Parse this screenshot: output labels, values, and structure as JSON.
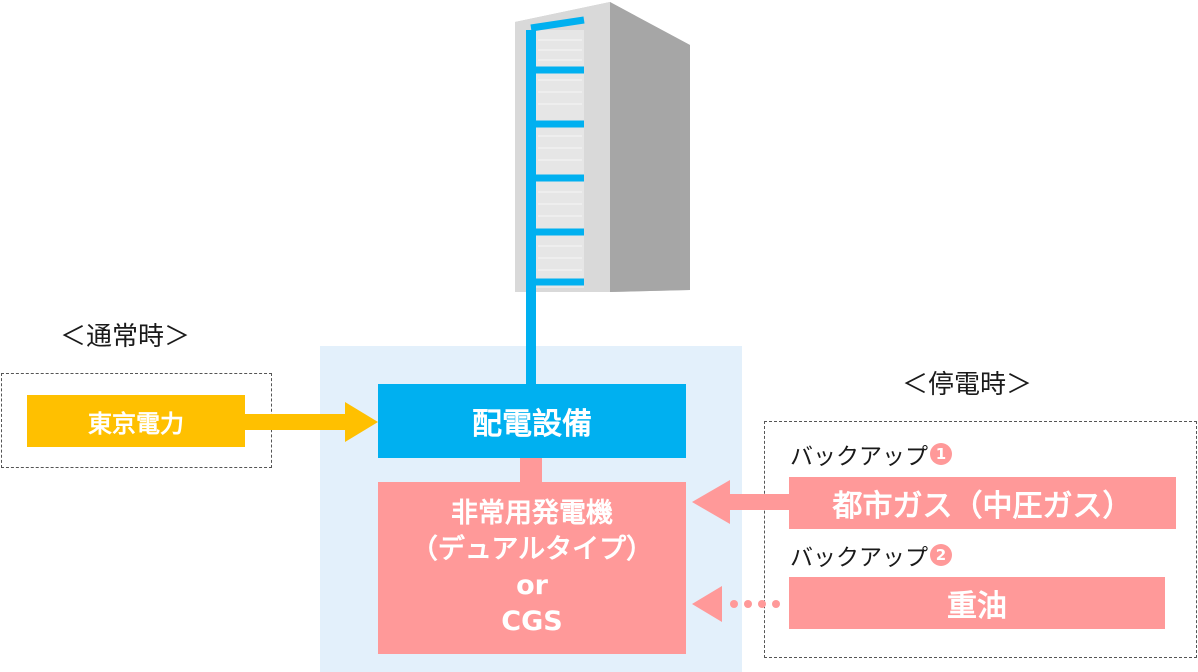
{
  "normal": {
    "heading": "＜通常時＞",
    "source_label": "東京電力"
  },
  "outage": {
    "heading": "＜停電時＞",
    "backup1": {
      "label": "バックアップ",
      "badge": "1",
      "source": "都市ガス（中圧ガス）"
    },
    "backup2": {
      "label": "バックアップ",
      "badge": "2",
      "source": "重油"
    }
  },
  "distribution": {
    "label": "配電設備"
  },
  "generator": {
    "line1": "非常用発電機",
    "line2": "（デュアルタイプ）",
    "line3": "or",
    "line4": "CGS"
  },
  "colors": {
    "utility": "#ffc000",
    "distribution": "#00b0f0",
    "backup": "#ff9999",
    "panel": "#e3f0fb",
    "server": "#b4b4b4"
  }
}
